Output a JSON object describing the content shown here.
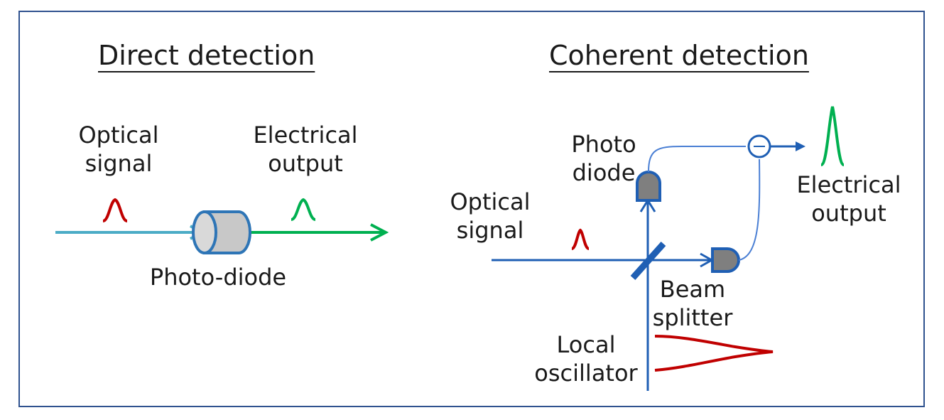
{
  "left_panel": {
    "title": "Direct detection",
    "optical_signal_label": [
      "Optical",
      "signal"
    ],
    "electrical_output_label": [
      "Electrical",
      "output"
    ],
    "photodiode_label": "Photo-diode"
  },
  "right_panel": {
    "title": "Coherent detection",
    "photo_diode_label": [
      "Photo",
      "diode"
    ],
    "optical_signal_label": [
      "Optical",
      "signal"
    ],
    "electrical_output_label": [
      "Electrical",
      "output"
    ],
    "beam_splitter_label": [
      "Beam",
      "splitter"
    ],
    "local_oscillator_label": [
      "Local",
      "oscillator"
    ],
    "subtract_symbol": "−"
  },
  "colors": {
    "frame": "#2f528f",
    "optical_beam": "#4bacc6",
    "electrical_line": "#00b050",
    "pulse_red": "#c00000",
    "pulse_green": "#00b050",
    "coherent_line": "#1f5fb4",
    "photodiode_fill": "#c8c8c8",
    "detector_fill": "#7f7f7f"
  }
}
